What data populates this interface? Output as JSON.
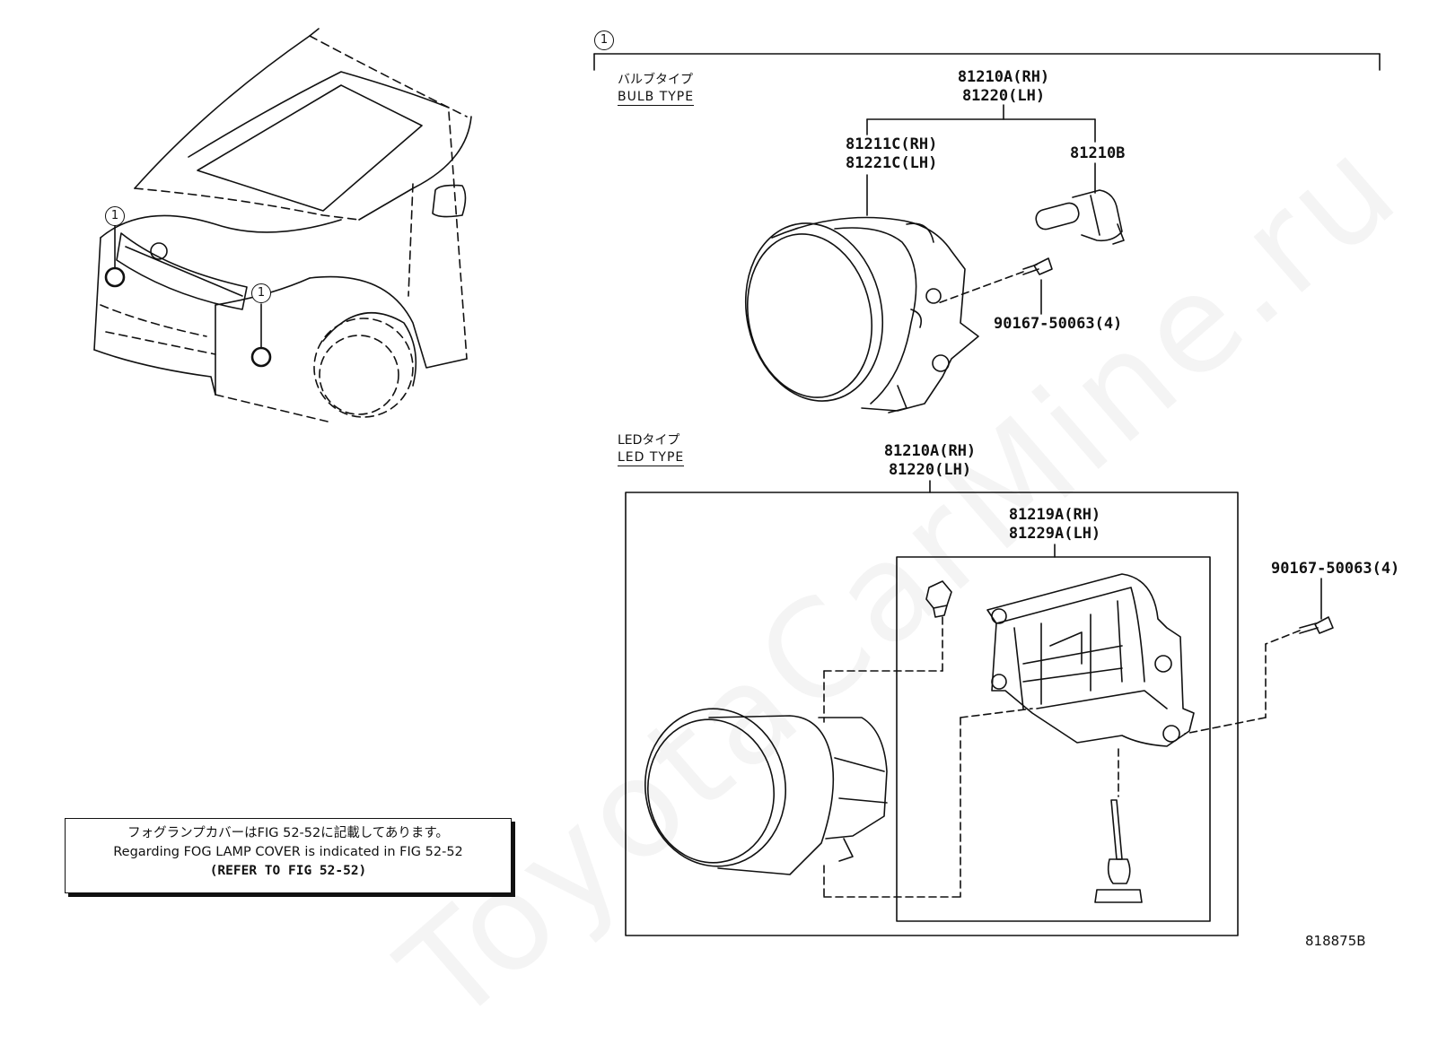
{
  "watermark": "ToyotaCarMine.ru",
  "callouts": {
    "top_ref": "1",
    "vehicle_ref_a": "1",
    "vehicle_ref_b": "1"
  },
  "bulb_section": {
    "title_jp": "バルブタイプ",
    "title_en": "BULB TYPE",
    "assy_rh": "81210A(RH)",
    "assy_lh": "81220(LH)",
    "unit_rh": "81211C(RH)",
    "unit_lh": "81221C(LH)",
    "bulb": "81210B",
    "screw": "90167-50063(4)"
  },
  "led_section": {
    "title_jp": "LEDタイプ",
    "title_en": "LED TYPE",
    "assy_rh": "81210A(RH)",
    "assy_lh": "81220(LH)",
    "bracket_rh": "81219A(RH)",
    "bracket_lh": "81229A(LH)",
    "screw": "90167-50063(4)"
  },
  "note": {
    "line_jp": "フォグランプカバーはFIG 52-52に記載してあります。",
    "line_en": "Regarding FOG LAMP COVER is indicated in FIG 52-52",
    "line_ref": "(REFER TO FIG 52-52)"
  },
  "doc_number": "818875B"
}
